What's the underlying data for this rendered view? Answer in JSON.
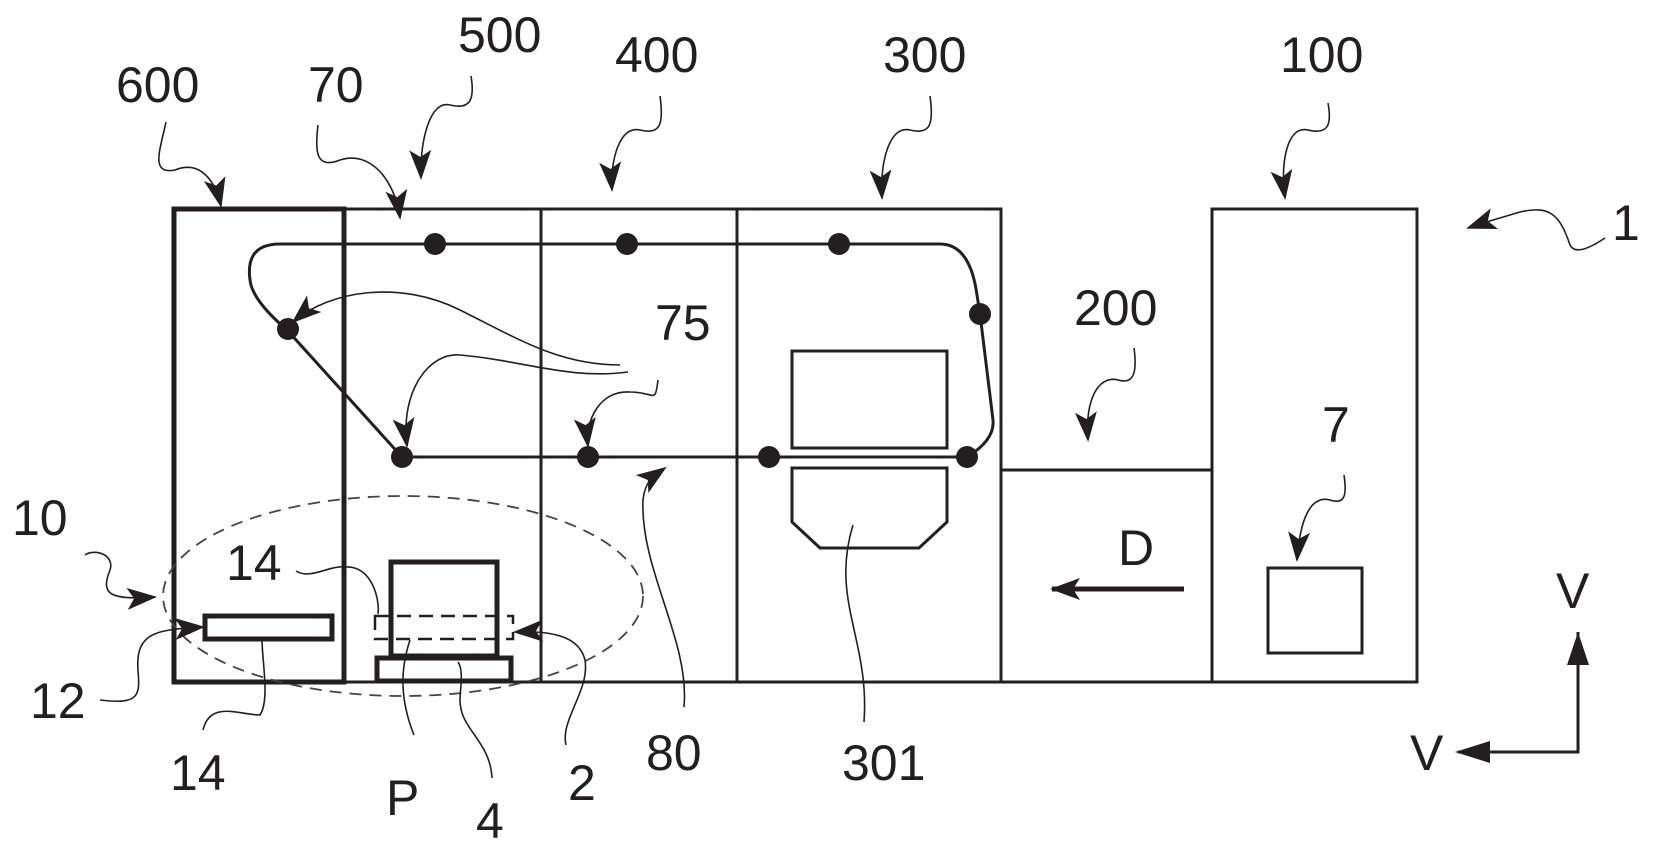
{
  "figure": {
    "type": "patent-schematic",
    "description": "Printing system with sequential modules and transport path"
  },
  "labels": {
    "system": "1",
    "module_600": "600",
    "module_500": "500",
    "module_400": "400",
    "module_300": "300",
    "module_200": "200",
    "module_100": "100",
    "transport_path": "70",
    "stations": "75",
    "return_path": "80",
    "unit_301": "301",
    "unit_7": "7",
    "assembly_10": "10",
    "slot_12": "12",
    "marker_14_top": "14",
    "marker_14_bottom": "14",
    "printer_P": "P",
    "base_4": "4",
    "holder_2": "2",
    "direction_D": "D",
    "axis_vertical": "V",
    "axis_horizontal": "V"
  },
  "colors": {
    "ink": "#231f20",
    "background": "#ffffff"
  }
}
